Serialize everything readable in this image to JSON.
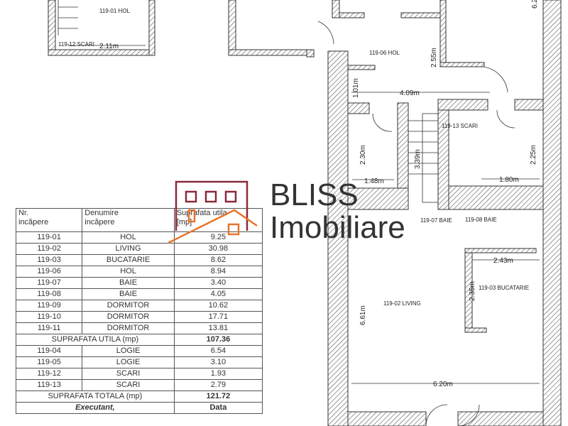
{
  "plan_labels": {
    "room_119_01": "119-01 HOL",
    "room_119_12": "119-12 SCARI",
    "dim_2_11": "2.11m",
    "room_119_06": "119-06 HOL",
    "dim_2_55": "2.55m",
    "dim_1_01": "1.01m",
    "dim_4_09": "4.09m",
    "room_119_13": "119-13 SCARI",
    "dim_2_30": "2.30m",
    "dim_3_39": "3.39m",
    "dim_2_25": "2.25m",
    "dim_1_48": "1.48m",
    "dim_1_80": "1.80m",
    "room_119_07": "119-07 BAIE",
    "room_119_08": "119-08 BAIE",
    "dim_2_43": "2.43m",
    "dim_2_35": "2.35m",
    "room_119_03": "119-03 BUCATARIE",
    "room_119_02": "119-02 LIVING",
    "dim_6_61": "6.61m",
    "dim_6_20": "6.20m",
    "dim_6_2": "6.2"
  },
  "logo": {
    "line1": "BLISS",
    "line2": "Imobiliare",
    "frame_color": "#8b2a3a",
    "accent_color": "#e8742c"
  },
  "table": {
    "headers": [
      "Nr.\nincăpere",
      "Denumire\nincăpere",
      "Suprafata utila\n[mp]"
    ],
    "rows": [
      [
        "119-01",
        "HOL",
        "9.25"
      ],
      [
        "119-02",
        "LIVING",
        "30.98"
      ],
      [
        "119-03",
        "BUCATARIE",
        "8.62"
      ],
      [
        "119-06",
        "HOL",
        "8.94"
      ],
      [
        "119-07",
        "BAIE",
        "3.40"
      ],
      [
        "119-08",
        "BAIE",
        "4.05"
      ],
      [
        "119-09",
        "DORMITOR",
        "10.62"
      ],
      [
        "119-10",
        "DORMITOR",
        "17.71"
      ],
      [
        "119-11",
        "DORMITOR",
        "13.81"
      ]
    ],
    "subtotal_label": "SUPRAFATA UTILA (mp)",
    "subtotal_value": "107.36",
    "rows2": [
      [
        "119-04",
        "LOGIE",
        "6.54"
      ],
      [
        "119-05",
        "LOGIE",
        "3.10"
      ],
      [
        "119-12",
        "SCARI",
        "1.93"
      ],
      [
        "119-13",
        "SCARI",
        "2.79"
      ]
    ],
    "total_label": "SUPRAFATA TOTALA (mp)",
    "total_value": "121.72",
    "footer_left": "Executant,",
    "footer_right": "Data"
  }
}
